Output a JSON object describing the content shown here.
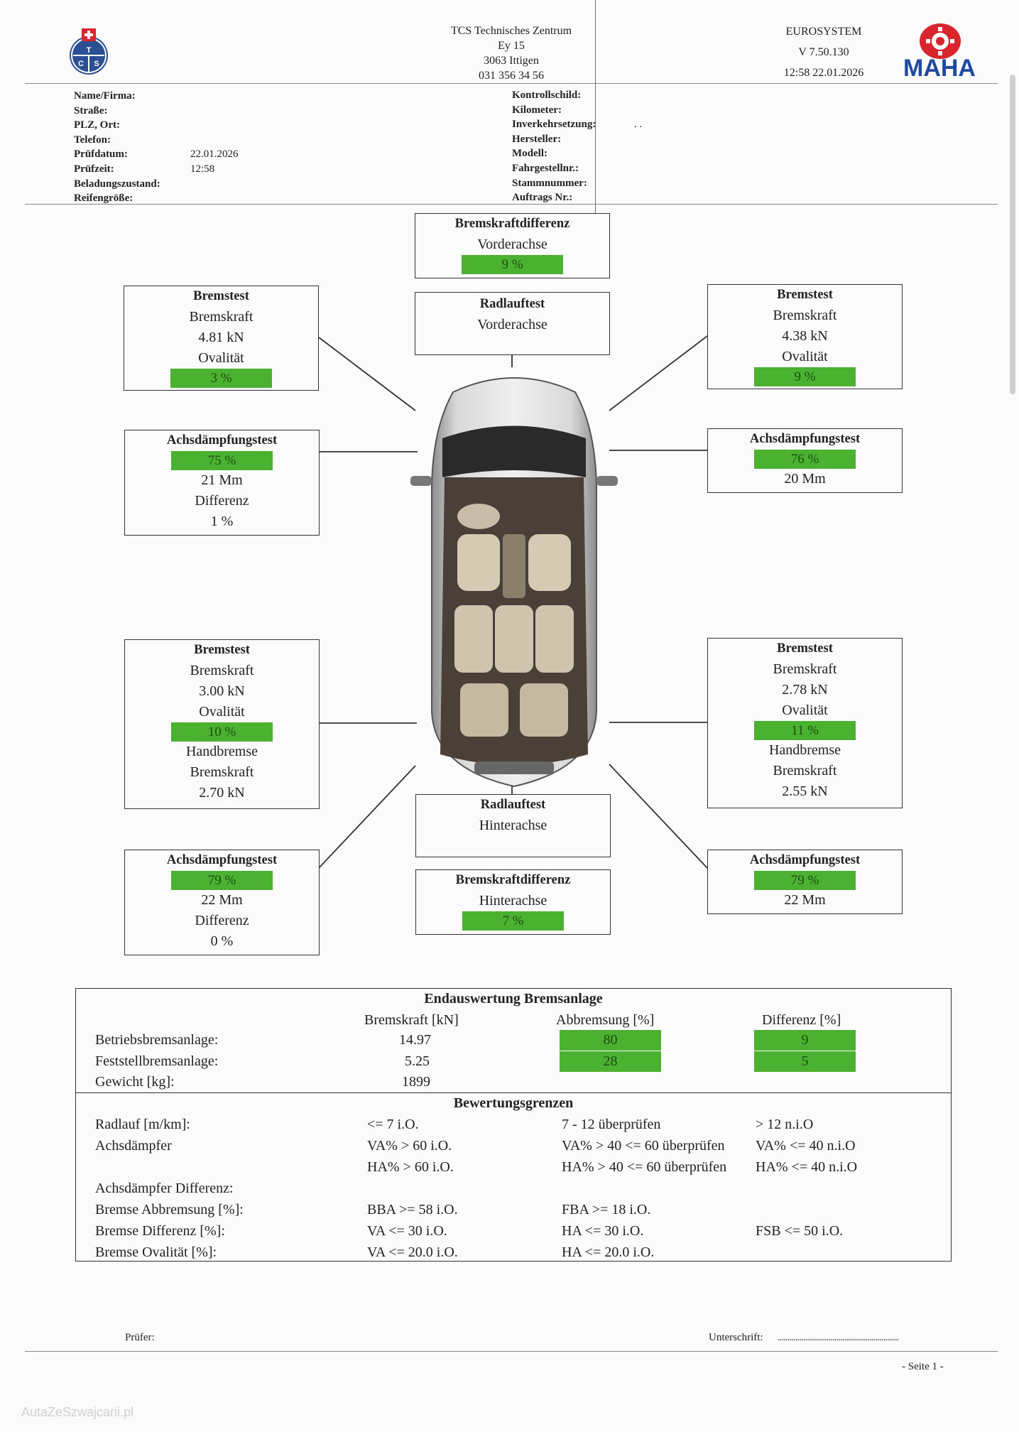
{
  "header": {
    "center_lines": [
      "TCS Technisches Zentrum",
      "Ey 15",
      "3063 Ittigen",
      "031 356 34 56"
    ],
    "system_name": "EUROSYSTEM",
    "version": "V 7.50.130",
    "datetime": "12:58  22.01.2026",
    "logo_left": "TCS",
    "logo_right": "MAHA"
  },
  "customer": {
    "name_label": "Name/Firma:",
    "street_label": "Straße:",
    "zip_label": "PLZ, Ort:",
    "phone_label": "Telefon:",
    "date_label": "Prüfdatum:",
    "date_value": "22.01.2026",
    "time_label": "Prüfzeit:",
    "time_value": "12:58",
    "load_label": "Beladungszustand:",
    "tire_label": "Reifengröße:"
  },
  "vehicle": {
    "plate_label": "Kontrollschild:",
    "km_label": "Kilometer:",
    "reg_label": "Inverkehrsetzung:",
    "reg_value": ". .",
    "maker_label": "Hersteller:",
    "model_label": "Modell:",
    "vin_label": "Fahrgestellnr.:",
    "stamm_label": "Stammnummer:",
    "order_label": "Auftrags Nr.:"
  },
  "boxes": {
    "bkd_front": {
      "title": "Bremskraftdifferenz",
      "sub": "Vorderachse",
      "value": "9 %"
    },
    "radlauf_front": {
      "title": "Radlauftest",
      "sub": "Vorderachse"
    },
    "brake_fl": {
      "title": "Bremstest",
      "l1": "Bremskraft",
      "l2": "4.81 kN",
      "l3": "Ovalität",
      "value": "3 %"
    },
    "brake_fr": {
      "title": "Bremstest",
      "l1": "Bremskraft",
      "l2": "4.38 kN",
      "l3": "Ovalität",
      "value": "9 %"
    },
    "damp_fl": {
      "title": "Achsdämpfungstest",
      "value": "75 %",
      "l1": "21 Mm",
      "l2": "Differenz",
      "l3": "1 %"
    },
    "damp_fr": {
      "title": "Achsdämpfungstest",
      "value": "76 %",
      "l1": "20 Mm"
    },
    "brake_rl": {
      "title": "Bremstest",
      "l1": "Bremskraft",
      "l2": "3.00 kN",
      "l3": "Ovalität",
      "value": "10 %",
      "l4": "Handbremse",
      "l5": "Bremskraft",
      "l6": "2.70 kN"
    },
    "brake_rr": {
      "title": "Bremstest",
      "l1": "Bremskraft",
      "l2": "2.78 kN",
      "l3": "Ovalität",
      "value": "11 %",
      "l4": "Handbremse",
      "l5": "Bremskraft",
      "l6": "2.55 kN"
    },
    "radlauf_rear": {
      "title": "Radlauftest",
      "sub": "Hinterachse"
    },
    "damp_rl": {
      "title": "Achsdämpfungstest",
      "value": "79 %",
      "l1": "22 Mm",
      "l2": "Differenz",
      "l3": "0 %"
    },
    "bkd_rear": {
      "title": "Bremskraftdifferenz",
      "sub": "Hinterachse",
      "value": "7 %"
    },
    "damp_rr": {
      "title": "Achsdämpfungstest",
      "value": "79 %",
      "l1": "22 Mm"
    }
  },
  "summary": {
    "title": "Endauswertung Bremsanlage",
    "col_force": "Bremskraft [kN]",
    "col_decel": "Abbremsung [%]",
    "col_diff": "Differenz [%]",
    "rows": [
      {
        "label": "Betriebsbremsanlage:",
        "force": "14.97",
        "decel": "80",
        "diff": "9"
      },
      {
        "label": "Feststellbremsanlage:",
        "force": "5.25",
        "decel": "28",
        "diff": "5"
      }
    ],
    "weight_label": "Gewicht [kg]:",
    "weight_value": "1899"
  },
  "limits": {
    "title": "Bewertungsgrenzen",
    "rows": [
      [
        "Radlauf [m/km]:",
        "<= 7 i.O.",
        "7 - 12 überprüfen",
        "> 12 n.i.O"
      ],
      [
        "Achsdämpfer",
        "VA% > 60 i.O.",
        "VA% > 40 <= 60 überprüfen",
        "VA% <= 40 n.i.O"
      ],
      [
        "",
        "HA% > 60 i.O.",
        "HA% > 40 <= 60 überprüfen",
        "HA% <= 40 n.i.O"
      ],
      [
        "Achsdämpfer Differenz:",
        "",
        "",
        ""
      ],
      [
        "Bremse Abbremsung [%]:",
        "BBA >= 58 i.O.",
        "FBA >= 18 i.O.",
        ""
      ],
      [
        "Bremse Differenz [%]:",
        "VA <= 30 i.O.",
        "HA <= 30 i.O.",
        "FSB <= 50 i.O."
      ],
      [
        "Bremse Ovalität [%]:",
        "VA <= 20.0 i.O.",
        "HA <= 20.0 i.O.",
        ""
      ]
    ]
  },
  "footer": {
    "tester_label": "Prüfer:",
    "signature_label": "Unterschrift:",
    "signature_dots": "..............................................................",
    "page_label": "- Seite 1 -",
    "watermark": "AutaZeSzwajcarii.pl"
  },
  "colors": {
    "pass_green": "#4bb231"
  }
}
